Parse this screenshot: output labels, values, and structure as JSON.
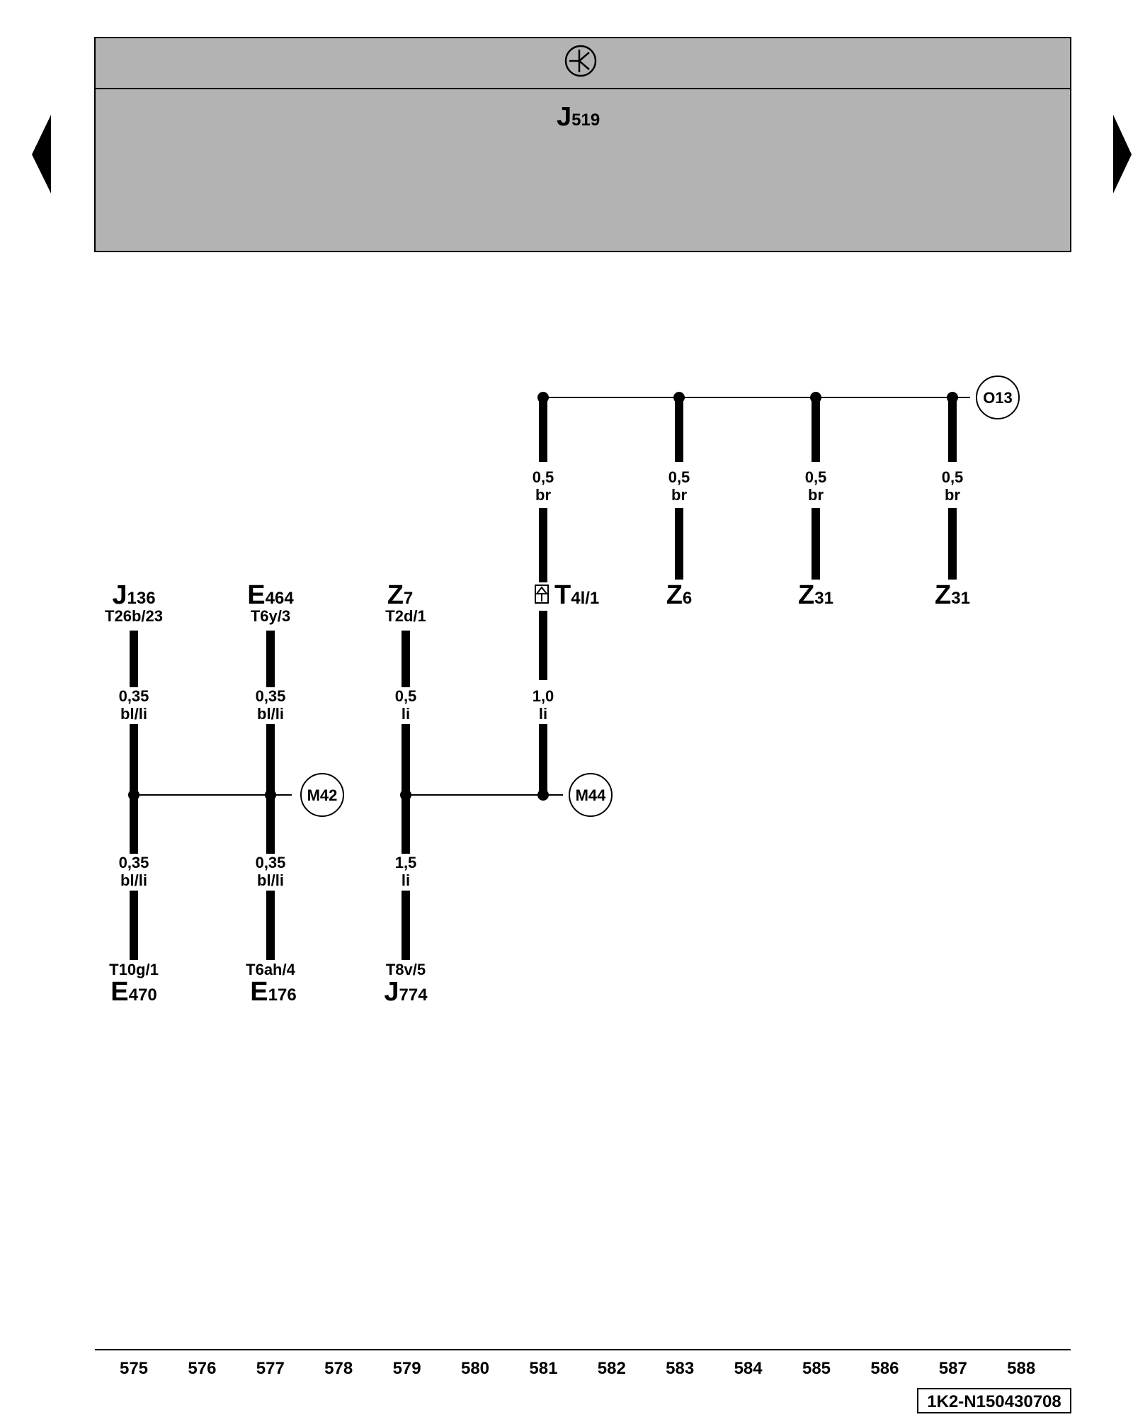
{
  "header": {
    "symbol_icon": "ground-relay-symbol-icon",
    "component": {
      "letter": "J",
      "number": "519"
    }
  },
  "nav": {
    "prev_icon": "triangle-left-icon",
    "next_icon": "triangle-right-icon"
  },
  "top_components": [
    {
      "letter": "J",
      "number": "136",
      "pin": "T26b/23"
    },
    {
      "letter": "E",
      "number": "464",
      "pin": "T6y/3"
    },
    {
      "letter": "Z",
      "number": "7",
      "pin": "T2d/1"
    },
    {
      "letter": "T",
      "number": "4l/1"
    },
    {
      "letter": "Z",
      "number": "6"
    },
    {
      "letter": "Z",
      "number": "31"
    },
    {
      "letter": "Z",
      "number": "31"
    }
  ],
  "bottom_components": [
    {
      "letter": "E",
      "number": "470",
      "pin": "T10g/1"
    },
    {
      "letter": "E",
      "number": "176",
      "pin": "T6ah/4"
    },
    {
      "letter": "J",
      "number": "774",
      "pin": "T8v/5"
    }
  ],
  "wire_labels": {
    "upper": [
      {
        "size": "0,35",
        "color": "bl/li"
      },
      {
        "size": "0,35",
        "color": "bl/li"
      },
      {
        "size": "0,5",
        "color": "li"
      },
      {
        "size": "1,0",
        "color": "li"
      }
    ],
    "lower": [
      {
        "size": "0,35",
        "color": "bl/li"
      },
      {
        "size": "0,35",
        "color": "bl/li"
      },
      {
        "size": "1,5",
        "color": "li"
      }
    ],
    "top_right": [
      {
        "size": "0,5",
        "color": "br"
      },
      {
        "size": "0,5",
        "color": "br"
      },
      {
        "size": "0,5",
        "color": "br"
      },
      {
        "size": "0,5",
        "color": "br"
      }
    ]
  },
  "connection_points": [
    "M42",
    "M44",
    "O13"
  ],
  "footer": {
    "ticks": [
      "575",
      "576",
      "577",
      "578",
      "579",
      "580",
      "581",
      "582",
      "583",
      "584",
      "585",
      "586",
      "587",
      "588"
    ],
    "doc_id": "1K2-N150430708"
  }
}
